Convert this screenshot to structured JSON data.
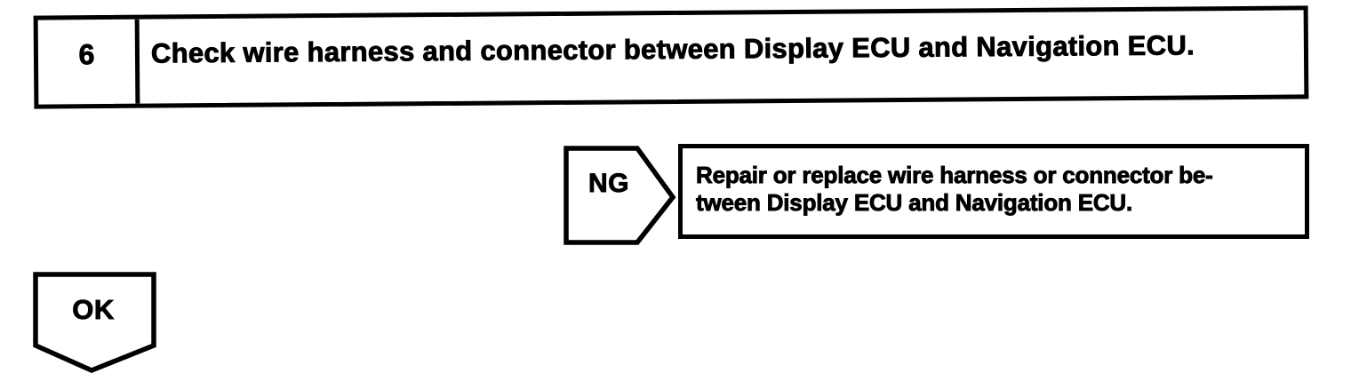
{
  "flowchart": {
    "colors": {
      "ink": "#000000",
      "paper": "#ffffff"
    },
    "step_box": {
      "number": "6",
      "instruction": "Check wire harness and connector between Display ECU and Navigation ECU."
    },
    "ng_branch": {
      "connector_label": "NG",
      "result_lines": [
        "Repair or replace wire harness or connector be-",
        "tween Display ECU and Navigation ECU."
      ]
    },
    "ok_branch": {
      "connector_label": "OK"
    }
  }
}
